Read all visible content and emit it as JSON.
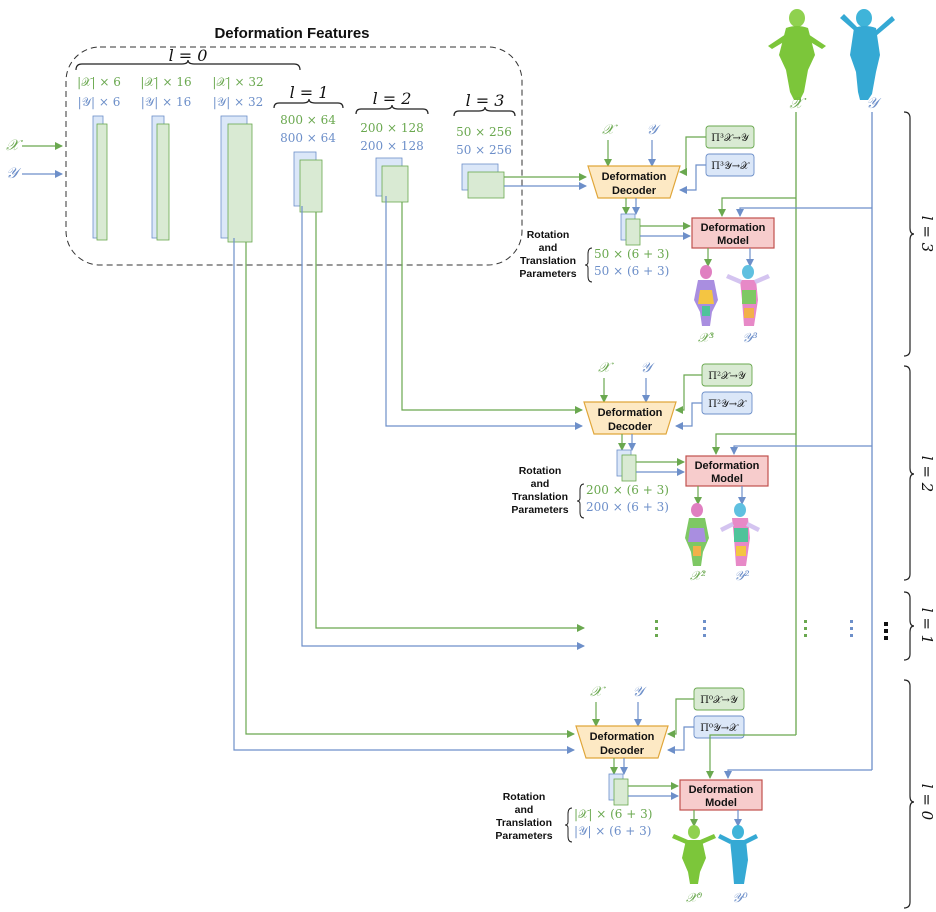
{
  "title": "Deformation Features",
  "inputs": {
    "x": "𝒳",
    "y": "𝒴"
  },
  "levels": {
    "l0": {
      "label": "l = 0",
      "x_dim_1": "|𝒳| × 6",
      "y_dim_1": "|𝒴| × 6",
      "x_dim_2": "|𝒳| × 16",
      "y_dim_2": "|𝒴| × 16",
      "x_dim_3": "|𝒳| × 32",
      "y_dim_3": "|𝒴| × 32"
    },
    "l1": {
      "label": "l = 1",
      "x_dim": "800 × 64",
      "y_dim": "800 × 64"
    },
    "l2": {
      "label": "l = 2",
      "x_dim": "200 × 128",
      "y_dim": "200 × 128"
    },
    "l3": {
      "label": "l = 3",
      "x_dim": "50 × 256",
      "y_dim": "50 × 256"
    }
  },
  "decoder_label_1": "Deformation",
  "decoder_label_2": "Decoder",
  "model_label_1": "Deformation",
  "model_label_2": "Model",
  "rt_label": {
    "line1": "Rotation",
    "line2": "and",
    "line3": "Translation",
    "line4": "Parameters"
  },
  "stages": [
    {
      "level": "l = 3",
      "pi_xy": "Π³𝒳→𝒴",
      "pi_yx": "Π³𝒴→𝒳",
      "rt_x": "50 × (6 + 3)",
      "rt_y": "50 × (6 + 3)",
      "out_x": "𝒳³",
      "out_y": "𝒴³"
    },
    {
      "level": "l = 2",
      "pi_xy": "Π²𝒳→𝒴",
      "pi_yx": "Π²𝒴→𝒳",
      "rt_x": "200 × (6 + 3)",
      "rt_y": "200 × (6 + 3)",
      "out_x": "𝒳²",
      "out_y": "𝒴²"
    },
    {
      "level": "l = 0",
      "pi_xy": "Π⁰𝒳→𝒴",
      "pi_yx": "Π⁰𝒴→𝒳",
      "rt_x": "|𝒳| × (6 + 3)",
      "rt_y": "|𝒴| × (6 + 3)",
      "out_x": "𝒳⁰",
      "out_y": "𝒴⁰"
    }
  ],
  "side_labels": {
    "l3": "l = 3",
    "l2": "l = 2",
    "l1": "l = 1",
    "l0": "l = 0"
  },
  "colors": {
    "green": "#6aa84f",
    "blue": "#6d8fc9",
    "green_fill": "#d9ead3",
    "blue_fill": "#dbe7f8",
    "decoder_fill": "#fde9c4",
    "decoder_stroke": "#e0a63a",
    "model_fill": "#f7cccc",
    "model_stroke": "#c0504d",
    "pi_green_fill": "#d9ead3",
    "pi_blue_fill": "#dbe7f8"
  }
}
